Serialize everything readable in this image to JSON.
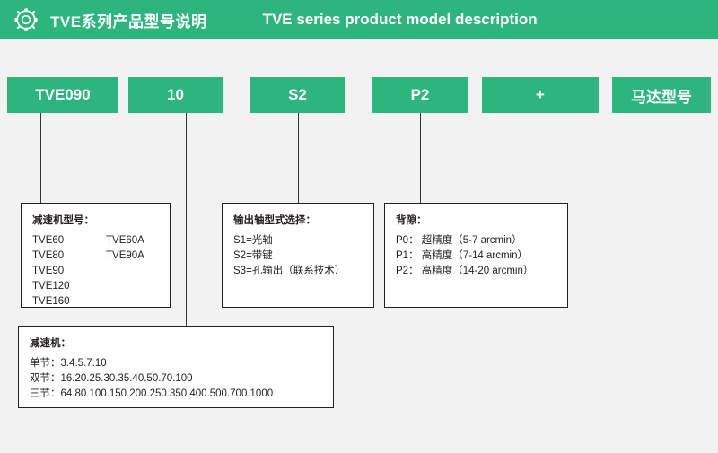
{
  "header": {
    "title_cn": "TVE系列产品型号说明",
    "title_en": "TVE series product model description",
    "icon": "gear-icon",
    "bg_color": "#2cb67d"
  },
  "model_codes": [
    {
      "label": "TVE090"
    },
    {
      "label": "10"
    },
    {
      "label": "S2"
    },
    {
      "label": "P2"
    },
    {
      "label": "+"
    },
    {
      "label": "马达型号"
    }
  ],
  "boxes": {
    "gearbox_model": {
      "title": "减速机型号：",
      "rows": [
        {
          "a": "TVE60",
          "b": "TVE60A"
        },
        {
          "a": "TVE80",
          "b": "TVE90A"
        },
        {
          "a": "TVE90",
          "b": ""
        },
        {
          "a": "TVE120",
          "b": ""
        },
        {
          "a": "TVE160",
          "b": ""
        }
      ]
    },
    "output_shaft": {
      "title": "输出轴型式选择：",
      "lines": [
        "S1=光轴",
        "S2=带键",
        "S3=孔输出（联系技术）"
      ]
    },
    "backlash": {
      "title": "背隙：",
      "lines": [
        "P0： 超精度（5-7 arcmin）",
        "P1： 高精度（7-14 arcmin）",
        "P2： 高精度（14-20 arcmin）"
      ]
    },
    "ratio": {
      "title": "减速机：",
      "lines": [
        "单节：3.4.5.7.10",
        "双节：16.20.25.30.35.40.50.70.100",
        "三节：64.80.100.150.200.250.350.400.500.700.1000"
      ]
    }
  },
  "colors": {
    "accent": "#2cb67d",
    "panel": "#f2f2f2",
    "line": "#231f20"
  }
}
